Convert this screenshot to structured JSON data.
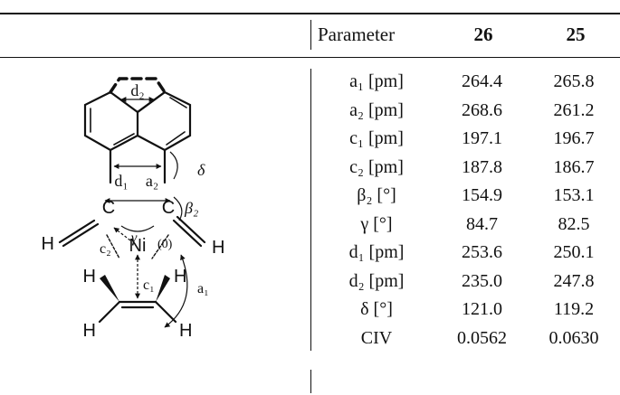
{
  "table": {
    "header": {
      "parameter": "Parameter",
      "col1": "26",
      "col2": "25"
    },
    "rows": [
      {
        "param": "a₁ [pm]",
        "v1": "264.4",
        "v2": "265.8"
      },
      {
        "param": "a₂ [pm]",
        "v1": "268.6",
        "v2": "261.2"
      },
      {
        "param": "c₁ [pm]",
        "v1": "197.1",
        "v2": "196.7"
      },
      {
        "param": "c₂ [pm]",
        "v1": "187.8",
        "v2": "186.7"
      },
      {
        "param": "β₂ [°]",
        "v1": "154.9",
        "v2": "153.1"
      },
      {
        "param": "γ [°]",
        "v1": "84.7",
        "v2": "82.5"
      },
      {
        "param": "d₁ [pm]",
        "v1": "253.6",
        "v2": "250.1"
      },
      {
        "param": "d₂ [pm]",
        "v1": "235.0",
        "v2": "247.8"
      },
      {
        "param": "δ [°]",
        "v1": "121.0",
        "v2": "119.2"
      },
      {
        "param": "CIV",
        "v1": "0.0562",
        "v2": "0.0630"
      }
    ]
  },
  "scheme": {
    "labels": {
      "d2": "d₂",
      "d1": "d₁",
      "a2": "a₂",
      "a1": "a₁",
      "delta": "δ",
      "beta2": "β₂",
      "gamma": "γ",
      "c1": "c₁",
      "c2": "c₂",
      "ox": "(0)",
      "ni": "Ni",
      "c_left": "C",
      "c_right": "C",
      "h_left": "H",
      "h_right": "H",
      "h_ul": "H",
      "h_ur": "H",
      "h_ll": "H",
      "h_lr": "H"
    }
  }
}
